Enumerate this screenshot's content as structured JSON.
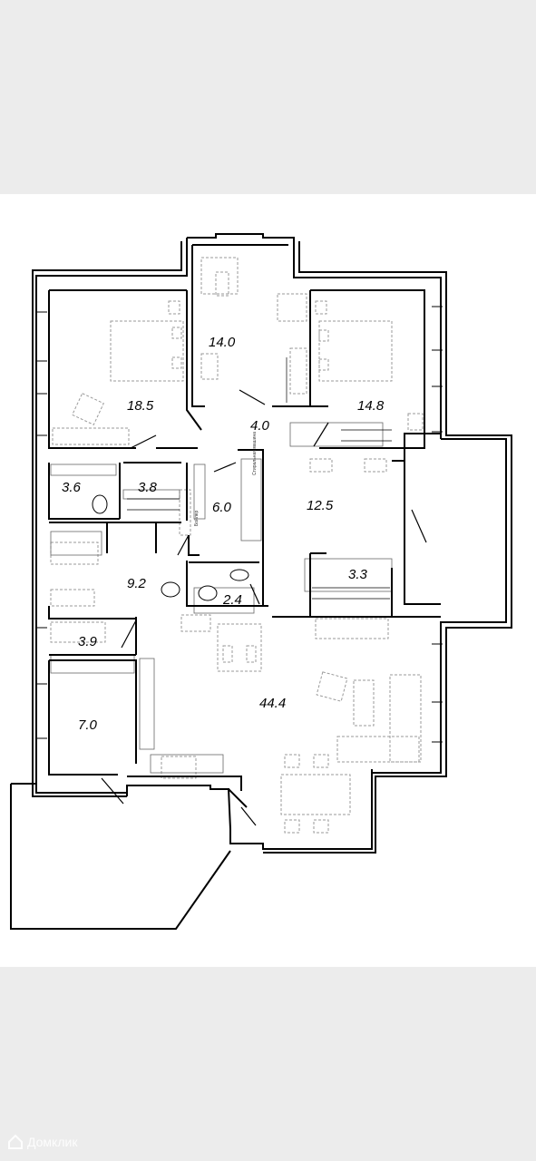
{
  "colors": {
    "background": "#ededed",
    "sheet": "#ffffff",
    "wall": "#000000",
    "furniture": "#9a9a9a"
  },
  "rooms": [
    {
      "id": "bedroom-left",
      "area": "18.5"
    },
    {
      "id": "closet-top",
      "area": "14.0"
    },
    {
      "id": "bedroom-right",
      "area": "14.8"
    },
    {
      "id": "hall-upper",
      "area": "4.0"
    },
    {
      "id": "utility-small",
      "area": "3.6"
    },
    {
      "id": "wardrobe",
      "area": "3.8"
    },
    {
      "id": "storage",
      "area": "6.0"
    },
    {
      "id": "hall-main",
      "area": "12.5"
    },
    {
      "id": "bathroom",
      "area": "9.2"
    },
    {
      "id": "toilet",
      "area": "2.4"
    },
    {
      "id": "dressing",
      "area": "3.3"
    },
    {
      "id": "pantry",
      "area": "3.9"
    },
    {
      "id": "kitchen-living",
      "area": "44.4"
    },
    {
      "id": "terrace-room",
      "area": "7.0"
    }
  ],
  "labels": {
    "washer": "Стиральная машина",
    "boiler": "Бойлер"
  },
  "watermark": {
    "icon": "domclick-logo-icon",
    "text": "Домклик"
  }
}
